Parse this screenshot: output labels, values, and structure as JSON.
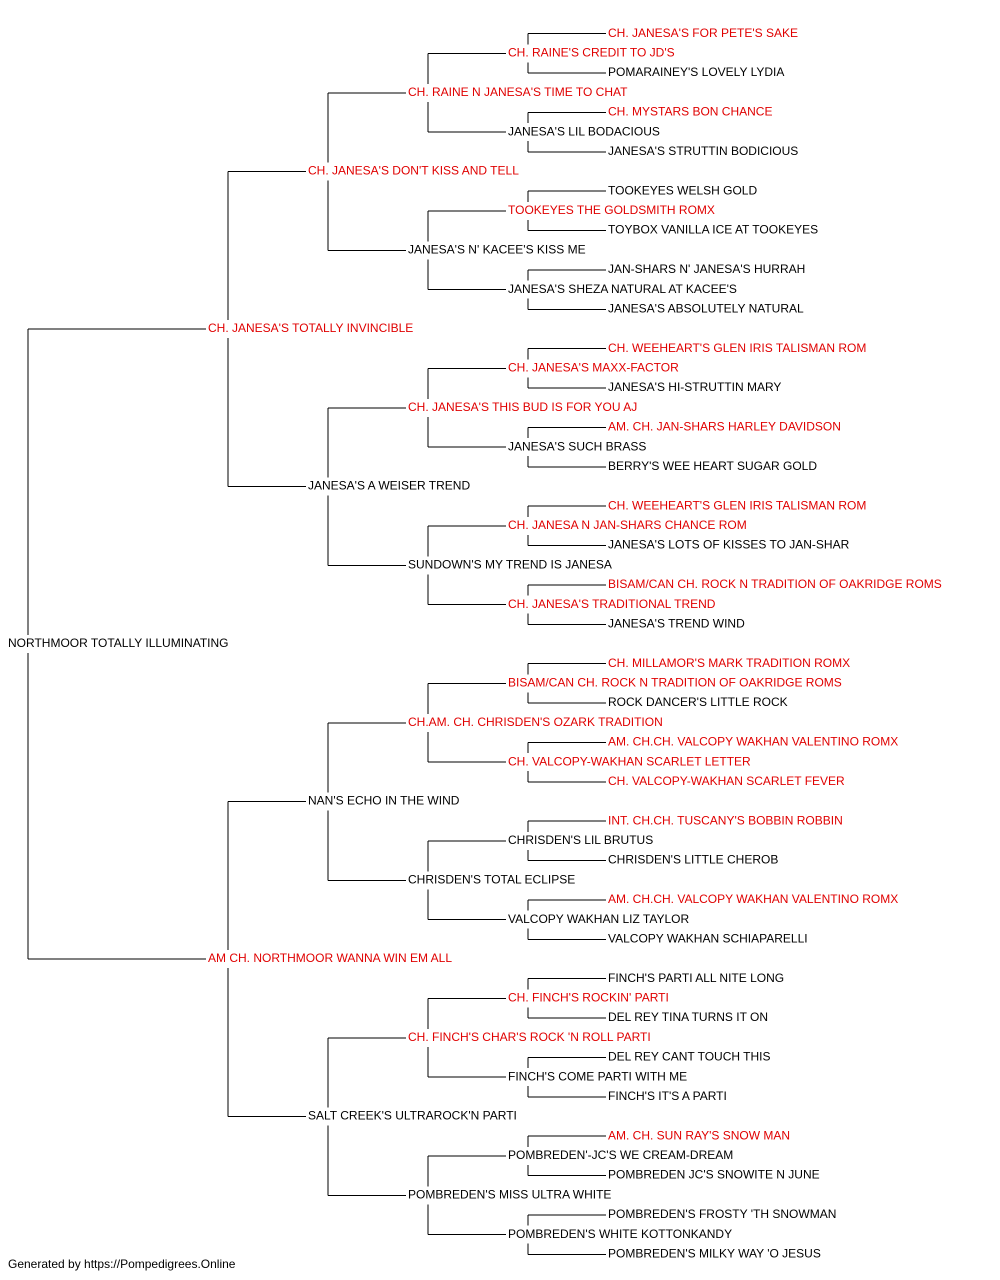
{
  "colors": {
    "champion": "#e00000",
    "regular": "#000000",
    "line": "#000000"
  },
  "pedigree": {
    "name": "NORTHMOOR TOTALLY ILLUMINATING",
    "ch": false,
    "sire": {
      "name": "CH. JANESA'S TOTALLY INVINCIBLE",
      "ch": true,
      "sire": {
        "name": "CH. JANESA'S DON'T KISS AND TELL",
        "ch": true,
        "sire": {
          "name": "CH. RAINE N JANESA'S TIME TO CHAT",
          "ch": true,
          "sire": {
            "name": "CH. RAINE'S CREDIT TO JD'S",
            "ch": true,
            "sire": {
              "name": "CH. JANESA'S FOR PETE'S SAKE",
              "ch": true
            },
            "dam": {
              "name": "POMARAINEY'S LOVELY LYDIA",
              "ch": false
            }
          },
          "dam": {
            "name": "JANESA'S LIL BODACIOUS",
            "ch": false,
            "sire": {
              "name": "CH. MYSTARS BON CHANCE",
              "ch": true
            },
            "dam": {
              "name": "JANESA'S STRUTTIN BODICIOUS",
              "ch": false
            }
          }
        },
        "dam": {
          "name": "JANESA'S N' KACEE'S KISS ME",
          "ch": false,
          "sire": {
            "name": "TOOKEYES THE GOLDSMITH ROMX",
            "ch": true,
            "sire": {
              "name": "TOOKEYES WELSH GOLD",
              "ch": false
            },
            "dam": {
              "name": "TOYBOX VANILLA ICE AT TOOKEYES",
              "ch": false
            }
          },
          "dam": {
            "name": "JANESA'S SHEZA NATURAL AT KACEE'S",
            "ch": false,
            "sire": {
              "name": "JAN-SHARS N' JANESA'S HURRAH",
              "ch": false
            },
            "dam": {
              "name": "JANESA'S ABSOLUTELY NATURAL",
              "ch": false
            }
          }
        }
      },
      "dam": {
        "name": "JANESA'S A WEISER TREND",
        "ch": false,
        "sire": {
          "name": "CH. JANESA'S THIS BUD IS FOR YOU AJ",
          "ch": true,
          "sire": {
            "name": "CH. JANESA'S MAXX-FACTOR",
            "ch": true,
            "sire": {
              "name": "CH. WEEHEART'S GLEN IRIS TALISMAN ROM",
              "ch": true
            },
            "dam": {
              "name": "JANESA'S HI-STRUTTIN MARY",
              "ch": false
            }
          },
          "dam": {
            "name": "JANESA'S SUCH BRASS",
            "ch": false,
            "sire": {
              "name": "AM. CH. JAN-SHARS HARLEY DAVIDSON",
              "ch": true
            },
            "dam": {
              "name": "BERRY'S WEE HEART SUGAR GOLD",
              "ch": false
            }
          }
        },
        "dam": {
          "name": "SUNDOWN'S MY TREND IS JANESA",
          "ch": false,
          "sire": {
            "name": "CH. JANESA N JAN-SHARS CHANCE ROM",
            "ch": true,
            "sire": {
              "name": "CH. WEEHEART'S GLEN IRIS TALISMAN ROM",
              "ch": true
            },
            "dam": {
              "name": "JANESA'S LOTS OF KISSES TO JAN-SHAR",
              "ch": false
            }
          },
          "dam": {
            "name": "CH. JANESA'S TRADITIONAL TREND",
            "ch": true,
            "sire": {
              "name": "BISAM/CAN CH. ROCK N TRADITION OF OAKRIDGE ROMS",
              "ch": true
            },
            "dam": {
              "name": "JANESA'S TREND WIND",
              "ch": false
            }
          }
        }
      }
    },
    "dam": {
      "name": "AM CH. NORTHMOOR WANNA WIN EM ALL",
      "ch": true,
      "sire": {
        "name": "NAN'S ECHO IN THE WIND",
        "ch": false,
        "sire": {
          "name": "CH.AM. CH. CHRISDEN'S OZARK TRADITION",
          "ch": true,
          "sire": {
            "name": "BISAM/CAN CH. ROCK N TRADITION OF OAKRIDGE ROMS",
            "ch": true,
            "sire": {
              "name": "CH. MILLAMOR'S MARK TRADITION ROMX",
              "ch": true
            },
            "dam": {
              "name": "ROCK DANCER'S LITTLE ROCK",
              "ch": false
            }
          },
          "dam": {
            "name": "CH. VALCOPY-WAKHAN SCARLET LETTER",
            "ch": true,
            "sire": {
              "name": "AM. CH.CH. VALCOPY WAKHAN VALENTINO ROMX",
              "ch": true
            },
            "dam": {
              "name": "CH. VALCOPY-WAKHAN SCARLET FEVER",
              "ch": true
            }
          }
        },
        "dam": {
          "name": "CHRISDEN'S TOTAL ECLIPSE",
          "ch": false,
          "sire": {
            "name": "CHRISDEN'S LIL BRUTUS",
            "ch": false,
            "sire": {
              "name": "INT. CH.CH. TUSCANY'S BOBBIN ROBBIN",
              "ch": true
            },
            "dam": {
              "name": "CHRISDEN'S LITTLE CHEROB",
              "ch": false
            }
          },
          "dam": {
            "name": "VALCOPY WAKHAN LIZ TAYLOR",
            "ch": false,
            "sire": {
              "name": "AM. CH.CH. VALCOPY WAKHAN VALENTINO ROMX",
              "ch": true
            },
            "dam": {
              "name": "VALCOPY WAKHAN SCHIAPARELLI",
              "ch": false
            }
          }
        }
      },
      "dam": {
        "name": "SALT CREEK'S ULTRAROCK'N PARTI",
        "ch": false,
        "sire": {
          "name": "CH. FINCH'S CHAR'S ROCK 'N ROLL PARTI",
          "ch": true,
          "sire": {
            "name": "CH. FINCH'S ROCKIN' PARTI",
            "ch": true,
            "sire": {
              "name": "FINCH'S PARTI ALL NITE LONG",
              "ch": false
            },
            "dam": {
              "name": "DEL REY TINA TURNS IT ON",
              "ch": false
            }
          },
          "dam": {
            "name": "FINCH'S COME PARTI WITH ME",
            "ch": false,
            "sire": {
              "name": "DEL REY CANT TOUCH THIS",
              "ch": false
            },
            "dam": {
              "name": "FINCH'S IT'S A PARTI",
              "ch": false
            }
          }
        },
        "dam": {
          "name": "POMBREDEN'S MISS ULTRA WHITE",
          "ch": false,
          "sire": {
            "name": "POMBREDEN'-JC'S WE CREAM-DREAM",
            "ch": false,
            "sire": {
              "name": "AM. CH. SUN RAY'S SNOW MAN",
              "ch": true
            },
            "dam": {
              "name": "POMBREDEN JC'S SNOWITE N JUNE",
              "ch": false
            }
          },
          "dam": {
            "name": "POMBREDEN'S WHITE KOTTONKANDY",
            "ch": false,
            "sire": {
              "name": "POMBREDEN'S FROSTY 'TH SNOWMAN",
              "ch": false
            },
            "dam": {
              "name": "POMBREDEN'S MILKY WAY 'O JESUS",
              "ch": false
            }
          }
        }
      }
    }
  },
  "footer": "Generated by https://Pompedigrees.Online"
}
